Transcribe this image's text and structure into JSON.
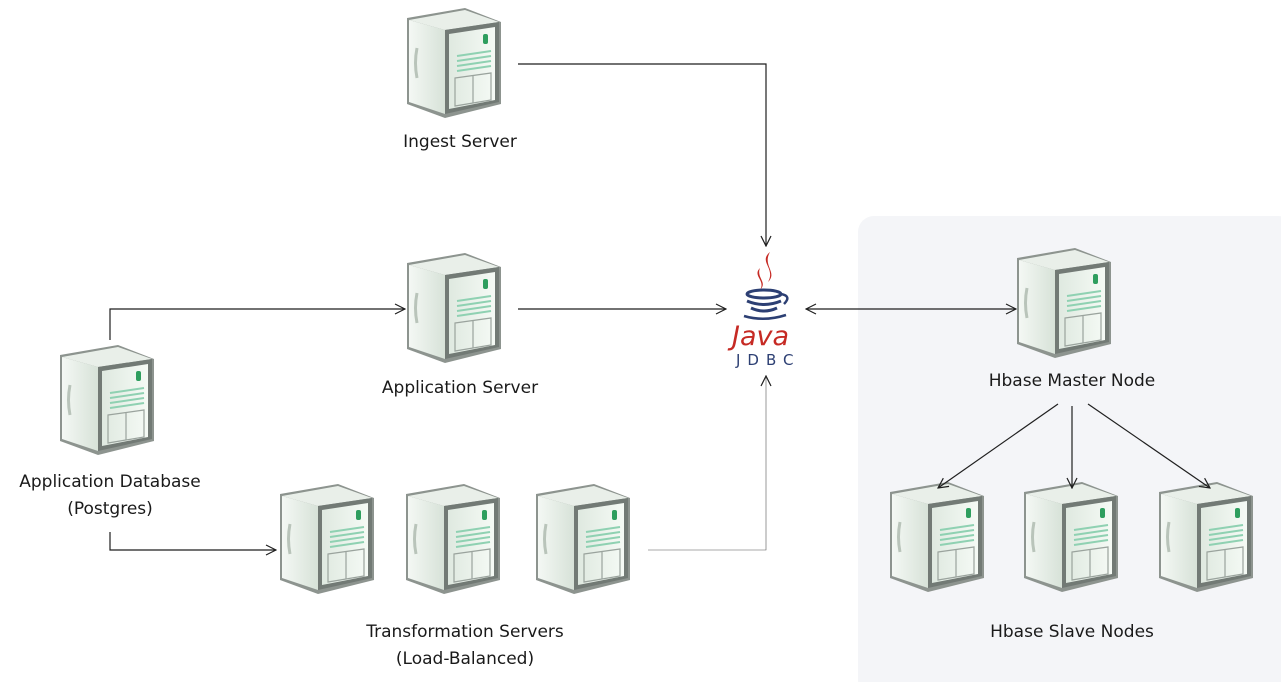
{
  "diagram": {
    "nodes": {
      "ingest": {
        "label": "Ingest Server"
      },
      "app_server": {
        "label": "Application Server"
      },
      "app_db": {
        "label_line1": "Application Database",
        "label_line2": "(Postgres)"
      },
      "transform": {
        "label_line1": "Transformation Servers",
        "label_line2": "(Load-Balanced)"
      },
      "hbase_master": {
        "label": "Hbase Master Node"
      },
      "hbase_slaves": {
        "label": "Hbase Slave Nodes"
      }
    },
    "jdbc": {
      "logo_word": "Java",
      "logo_sub": "JDBC"
    },
    "colors": {
      "cluster_bg": "#f4f5f8",
      "server_face": "#eef6ef",
      "server_led": "#2e9e5e",
      "line": "#1f1f1f",
      "java_red": "#c62a24",
      "java_blue": "#2c3f73"
    }
  }
}
